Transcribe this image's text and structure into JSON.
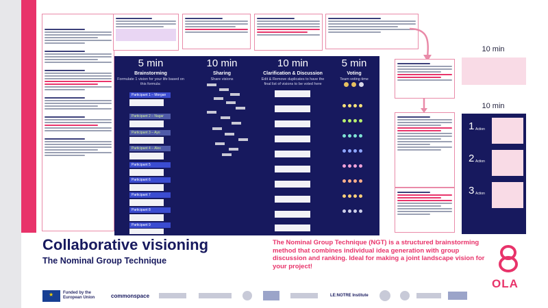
{
  "title": "Collaborative visioning",
  "subtitle": "The Nominal Group Technique",
  "description": "The Nominal Group Technique (NGT) is a structured brainstorming method that combines individual idea generation with group discussion and ranking. Ideal for making a joint landscape vision for your project!",
  "brand": "OLA",
  "accent": "#e8336a",
  "navy": "#17195e",
  "columns": [
    {
      "time": "5 min",
      "heading": "Brainstorming",
      "sub": "Formulate 1 vision for your life based on this formula:"
    },
    {
      "time": "10 min",
      "heading": "Sharing",
      "sub": "Share visions"
    },
    {
      "time": "10 min",
      "heading": "Clarification & Discussion",
      "sub": "Edit & Remove duplicates to have the final list of visions to be voted here"
    },
    {
      "time": "5 min",
      "heading": "Voting",
      "sub": "Team voting time"
    }
  ],
  "participants": [
    "Participant 1 – Morgan",
    "Participant 2 – Nagar",
    "Participant 3 – Ayo",
    "Participant 4 – Alex",
    "Participant 5",
    "Participant 6",
    "Participant 7",
    "Participant 8",
    "Participant 9"
  ],
  "right_times": [
    "10 min",
    "10 min"
  ],
  "actions": [
    "Action",
    "Action",
    "Action"
  ],
  "action_numbers": [
    "1",
    "2",
    "3"
  ],
  "funded_by": "Funded by the European Union",
  "partner_logos": [
    "commonspace",
    "LE:NOTRE Institute"
  ]
}
